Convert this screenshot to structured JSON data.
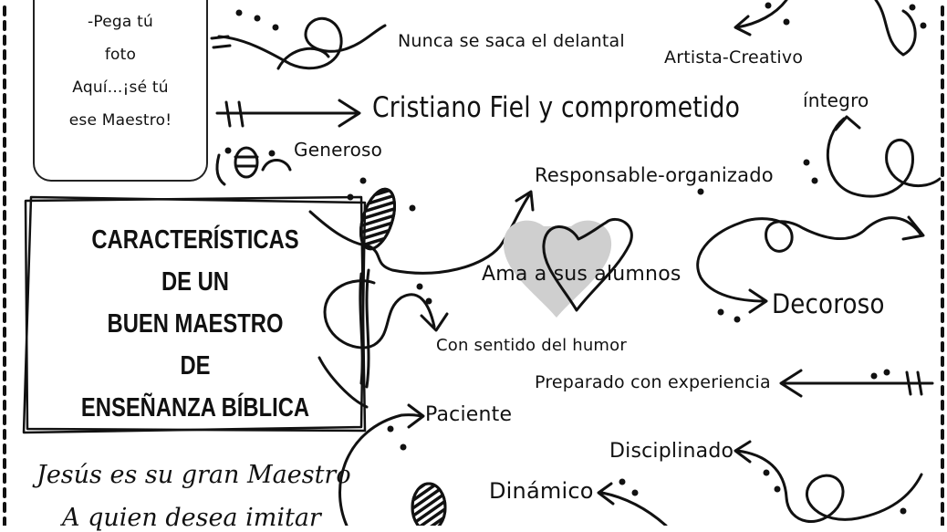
{
  "photo_box": {
    "lines": [
      "-Pega tú",
      "foto",
      "Aquí...¡sé tú",
      "ese Maestro!"
    ]
  },
  "title": {
    "lines": [
      "CARACTERÍSTICAS",
      "DE UN",
      "BUEN MAESTRO",
      "DE",
      "ENSEÑANZA BÍBLICA"
    ]
  },
  "bottom_text": {
    "line1": "Jesús es su gran Maestro",
    "line2": "A quien desea imitar"
  },
  "traits": {
    "nunca_delantal": "Nunca se saca el delantal",
    "artista": "Artista-Creativo",
    "cristiano": "Cristiano Fiel y comprometido",
    "integro": "íntegro",
    "generoso": "Generoso",
    "responsable": "Responsable-organizado",
    "ama": "Ama a sus alumnos",
    "decoroso": "Decoroso",
    "humor": "Con sentido del humor",
    "preparado": "Preparado con experiencia",
    "paciente": "Paciente",
    "disciplinado": "Disciplinado",
    "dinamico": "Dinámico"
  }
}
